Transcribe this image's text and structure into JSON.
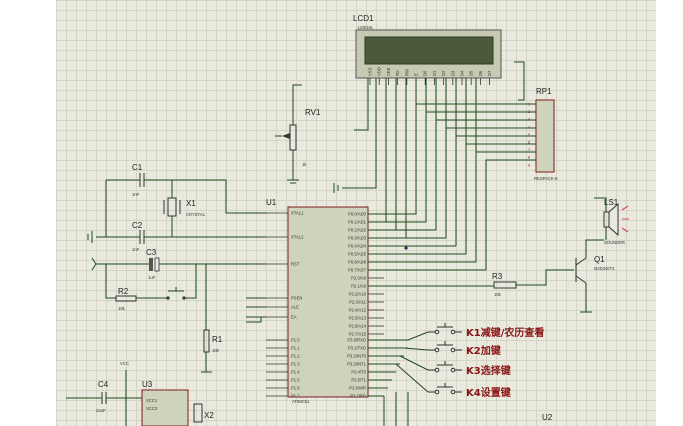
{
  "lcd": {
    "ref": "LCD1",
    "model": "LM016L",
    "pins": [
      "VSS",
      "VDD",
      "VEE",
      "RS",
      "RW",
      "E",
      "D0",
      "D1",
      "D2",
      "D3",
      "D4",
      "D5",
      "D6",
      "D7"
    ]
  },
  "rv": {
    "ref": "RV1",
    "value": "1k"
  },
  "rp": {
    "ref": "RP1",
    "model": "RESPACK-8",
    "pins": [
      "1",
      "2",
      "3",
      "4",
      "5",
      "6",
      "7",
      "8",
      "9"
    ]
  },
  "c1": {
    "ref": "C1",
    "value": "1nF"
  },
  "c2": {
    "ref": "C2",
    "value": "1nF"
  },
  "c3": {
    "ref": "C3",
    "value": "1uF"
  },
  "c4": {
    "ref": "C4",
    "value": "22uF"
  },
  "x1": {
    "ref": "X1",
    "value": "CRYSTAL"
  },
  "x2": {
    "ref": "X2"
  },
  "r1": {
    "ref": "R1",
    "value": "10k"
  },
  "r2": {
    "ref": "R2",
    "value": "10k"
  },
  "r3": {
    "ref": "R3",
    "value": "10k"
  },
  "u1": {
    "ref": "U1",
    "model": "AT89C51",
    "left_pins": [
      "XTAL1",
      "XTAL2",
      "RST",
      "PSEN",
      "ALE",
      "EA",
      "P1.0",
      "P1.1",
      "P1.2",
      "P1.3",
      "P1.4",
      "P1.5",
      "P1.6",
      "P1.7"
    ],
    "right_pins": [
      "P0.0/AD0",
      "P0.1/AD1",
      "P0.2/AD2",
      "P0.3/AD3",
      "P0.4/AD4",
      "P0.5/AD5",
      "P0.6/AD6",
      "P0.7/AD7",
      "P2.0/A8",
      "P2.1/A9",
      "P2.2/A10",
      "P2.3/A11",
      "P2.4/A12",
      "P2.5/A13",
      "P2.6/A14",
      "P2.7/A15",
      "P3.0/RXD",
      "P3.1/TXD",
      "P3.2/INT0",
      "P3.3/INT1",
      "P3.4/T0",
      "P3.5/T1",
      "P3.6/WR",
      "P3.7/RD"
    ]
  },
  "u2": {
    "ref": "U2"
  },
  "u3": {
    "ref": "U3",
    "pins": [
      "VCC1",
      "VCC2"
    ]
  },
  "q1": {
    "ref": "Q1",
    "model": "MJD340T4"
  },
  "ls1": {
    "ref": "LS1",
    "model": "SOUNDER"
  },
  "vcc": "VCC",
  "keys": [
    {
      "label": "K1减键/农历查看"
    },
    {
      "label": "K2加键"
    },
    {
      "label": "K3选择键"
    },
    {
      "label": "K4设置键"
    }
  ]
}
